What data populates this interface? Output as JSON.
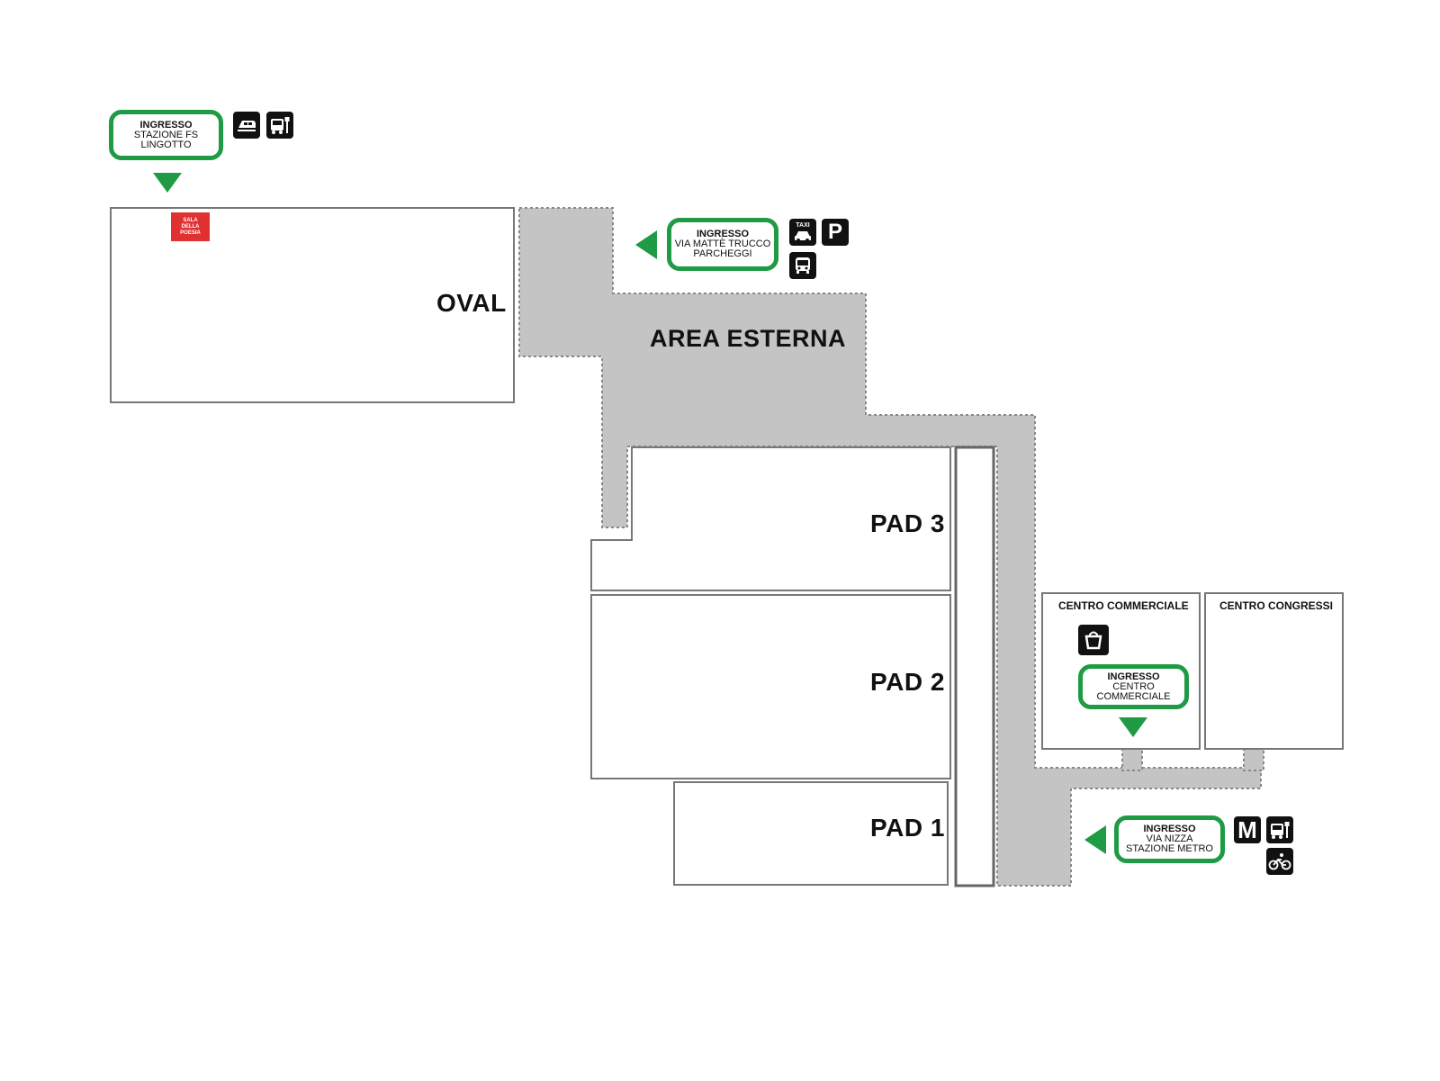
{
  "map": {
    "halls": {
      "oval": "OVAL",
      "pad3": "PAD 3",
      "pad2": "PAD 2",
      "pad1": "PAD 1"
    },
    "areas": {
      "outdoor": "AREA ESTERNA",
      "mall": "CENTRO COMMERCIALE",
      "congress": "CENTRO CONGRESSI"
    },
    "poetry_room": {
      "line1": "SALA",
      "line2": "DELLA",
      "line3": "POESIA"
    },
    "entrances": [
      {
        "title": "INGRESSO",
        "line2": "STAZIONE FS",
        "line3": "LINGOTTO"
      },
      {
        "title": "INGRESSO",
        "line2": "VIA MATTÈ TRUCCO",
        "line3": "PARCHEGGI"
      },
      {
        "title": "INGRESSO",
        "line2": "CENTRO",
        "line3": "COMMERCIALE"
      },
      {
        "title": "INGRESSO",
        "line2": "VIA NIZZA",
        "line3": "STAZIONE METRO"
      }
    ],
    "icons": {
      "taxi_text": "TAXI",
      "parking_text": "P",
      "metro_text": "M",
      "list": [
        "train-icon",
        "bus-stop-icon",
        "taxi-icon",
        "parking-icon",
        "bus-icon",
        "shopping-bag-icon",
        "metro-icon",
        "bus-stop-icon",
        "bicycle-icon"
      ]
    },
    "colors": {
      "entrance_green": "#1f9a45",
      "outdoor_gray": "#c4c4c4",
      "poetry_red": "#e03030",
      "icon_black": "#111111"
    }
  }
}
